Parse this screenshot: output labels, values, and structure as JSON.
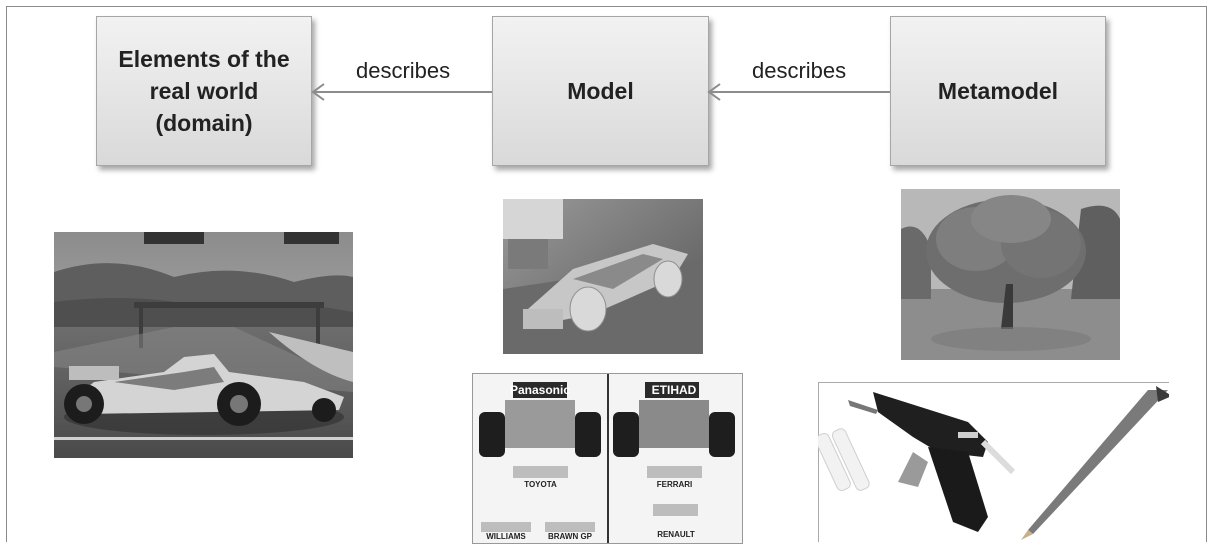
{
  "diagram": {
    "nodes": {
      "domain": "Elements of the\nreal world\n(domain)",
      "model": "Model",
      "metamodel": "Metamodel"
    },
    "edges": {
      "model_to_domain": "describes",
      "metamodel_to_model": "describes"
    }
  },
  "photos": {
    "wing_left_brand": "Panasonic",
    "wing_right_brand": "ETIHAD",
    "toyota": "TOYOTA",
    "ferrari": "FERRARI",
    "williams": "WILLIAMS",
    "brawn": "BRAWN GP",
    "renault": "RENAULT"
  }
}
